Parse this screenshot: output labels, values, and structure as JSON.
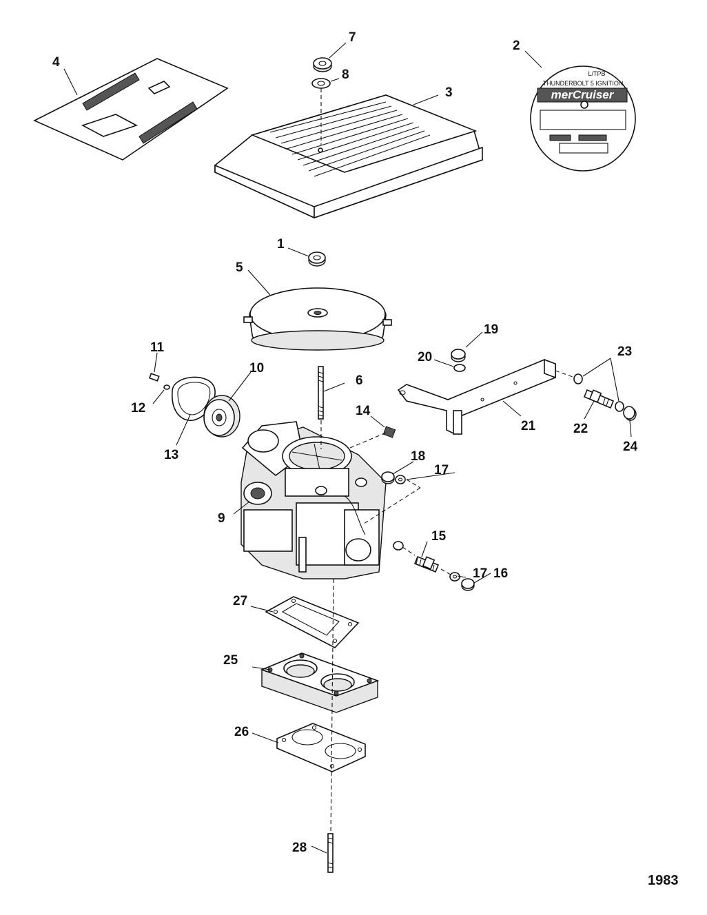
{
  "figure_number": "1983",
  "decal": {
    "line1": "L/TPB",
    "line2": "THUNDERBOLT 5 IGNITION",
    "brand": "merCruiser"
  },
  "callouts": [
    {
      "id": "c1",
      "label": "1"
    },
    {
      "id": "c2",
      "label": "2"
    },
    {
      "id": "c3",
      "label": "3"
    },
    {
      "id": "c4",
      "label": "4"
    },
    {
      "id": "c5",
      "label": "5"
    },
    {
      "id": "c6",
      "label": "6"
    },
    {
      "id": "c7",
      "label": "7"
    },
    {
      "id": "c8",
      "label": "8"
    },
    {
      "id": "c9",
      "label": "9"
    },
    {
      "id": "c10",
      "label": "10"
    },
    {
      "id": "c11",
      "label": "11"
    },
    {
      "id": "c12",
      "label": "12"
    },
    {
      "id": "c13",
      "label": "13"
    },
    {
      "id": "c14",
      "label": "14"
    },
    {
      "id": "c15",
      "label": "15"
    },
    {
      "id": "c16",
      "label": "16"
    },
    {
      "id": "c17a",
      "label": "17"
    },
    {
      "id": "c17b",
      "label": "17"
    },
    {
      "id": "c18",
      "label": "18"
    },
    {
      "id": "c19",
      "label": "19"
    },
    {
      "id": "c20",
      "label": "20"
    },
    {
      "id": "c21",
      "label": "21"
    },
    {
      "id": "c22",
      "label": "22"
    },
    {
      "id": "c23",
      "label": "23"
    },
    {
      "id": "c24",
      "label": "24"
    },
    {
      "id": "c25",
      "label": "25"
    },
    {
      "id": "c26",
      "label": "26"
    },
    {
      "id": "c27",
      "label": "27"
    },
    {
      "id": "c28",
      "label": "28"
    }
  ]
}
